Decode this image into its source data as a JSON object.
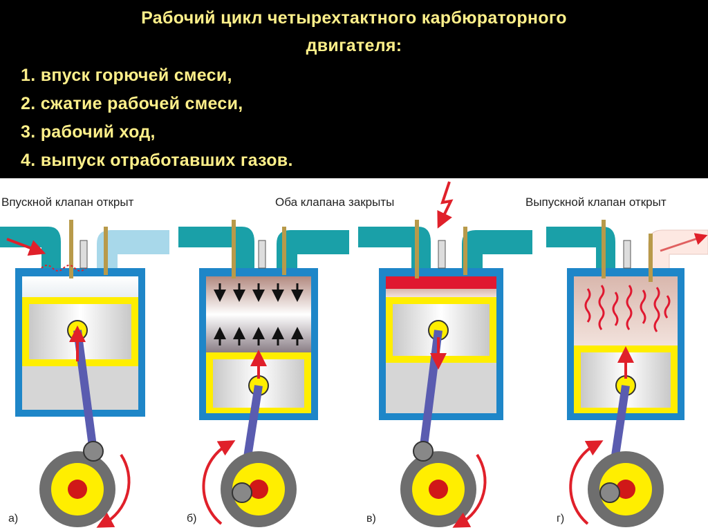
{
  "title_line1": "Рабочий цикл четырехтактного карбюраторного",
  "title_line2": "двигателя:",
  "steps": [
    "1. впуск горючей смеси,",
    "2. сжатие рабочей смеси,",
    "3. рабочий ход,",
    "4. выпуск отработавших газов."
  ],
  "captions": {
    "left": "Впускной клапан открыт",
    "middle": "Оба клапана закрыты",
    "right": "Выпускной клапан открыт"
  },
  "labels": [
    "а)",
    "б)",
    "в)",
    "г)"
  ],
  "colors": {
    "cylinder": "#1e86c8",
    "piston": "#ffee00",
    "port": "#1aa0a8",
    "arrow": "#e0202a",
    "rod": "#5a5cb0",
    "flywheel": "#6e6e6e",
    "headline": "#fff08a"
  }
}
